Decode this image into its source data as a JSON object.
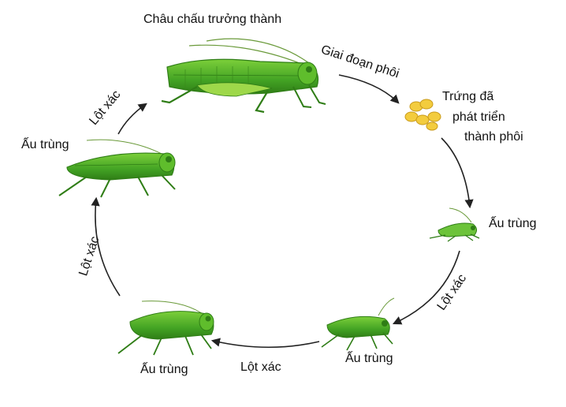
{
  "diagram": {
    "stages": {
      "adult": "Châu chấu trưởng thành",
      "eggs_line1": "Trứng đã",
      "eggs_line2": "phát triển",
      "eggs_line3": "thành phôi",
      "nymph1": "Ấu trùng",
      "nymph2": "Ấu trùng",
      "nymph3": "Ấu trùng",
      "nymph4": "Ấu trùng"
    },
    "transitions": {
      "embryo": "Giai đoạn phôi",
      "molt1": "Lột xác",
      "molt2": "Lột xác",
      "molt3": "Lột xác",
      "molt4": "Lột xác"
    },
    "colors": {
      "body_green": "#4caf2a",
      "dark_green": "#2f7d16",
      "light_green": "#9ed84a",
      "egg_yellow": "#f3cc3e",
      "arrow": "#222222"
    }
  }
}
